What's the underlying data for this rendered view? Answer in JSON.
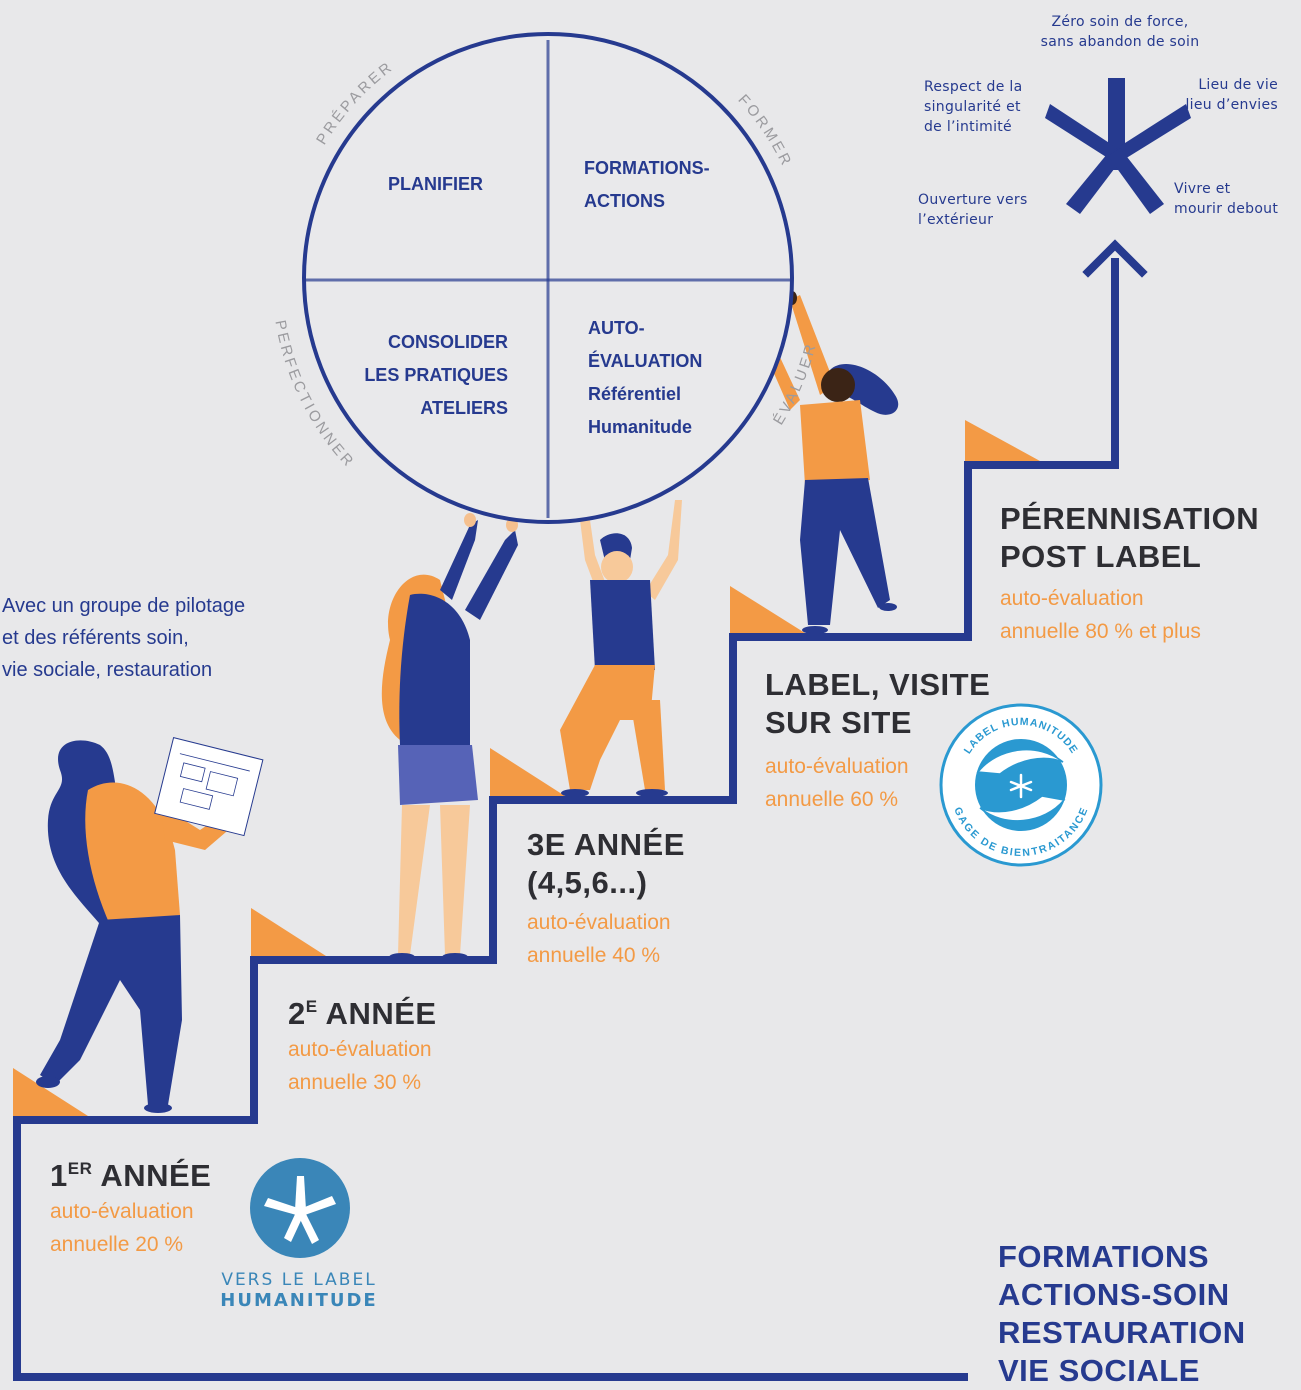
{
  "colors": {
    "navy": "#263a8f",
    "orange": "#f39a45",
    "text_dark": "#2e2e33",
    "grey_label": "#9b9b9f",
    "background": "#e8e8ea",
    "logo_blue": "#3a86b8",
    "seal_blue": "#2a99d1"
  },
  "cycle": {
    "arc_labels": {
      "prepare": "PRÉPARER",
      "form": "FORMER",
      "improve": "PERFECTIONNER",
      "evaluate": "ÉVALUER"
    },
    "quadrants": {
      "plan": "PLANIFIER",
      "training": [
        "FORMATIONS-",
        "ACTIONS"
      ],
      "consolidate": [
        "CONSOLIDER",
        "LES PRATIQUES",
        "ATELIERS"
      ],
      "self_eval": [
        "AUTO-",
        "ÉVALUATION",
        "Référentiel",
        "Humanitude"
      ]
    }
  },
  "values": {
    "top": [
      "Zéro soin de force,",
      "sans abandon de soin"
    ],
    "left_top": [
      "Respect de la",
      "singularité et",
      "de l’intimité"
    ],
    "right_top": [
      "Lieu de vie",
      "lieu d’envies"
    ],
    "left_bottom": [
      "Ouverture vers",
      "l’extérieur"
    ],
    "right_bottom": [
      "Vivre et",
      "mourir debout"
    ]
  },
  "intro": [
    "Avec un groupe de  pilotage",
    "et des référents soin,",
    "vie sociale, restauration"
  ],
  "steps": {
    "year1": {
      "num": "1",
      "sup": "ER",
      "word": " ANNÉE",
      "sub": [
        "auto-évaluation",
        "annuelle 20 %"
      ]
    },
    "year2": {
      "num": "2",
      "sup": "E",
      "word": " ANNÉE",
      "sub": [
        "auto-évaluation",
        "annuelle 30 %"
      ]
    },
    "year3": {
      "title": [
        "3E ANNÉE",
        "(4,5,6...)"
      ],
      "sub": [
        "auto-évaluation",
        "annuelle 40 %"
      ]
    },
    "label": {
      "title": [
        "LABEL, VISITE",
        "SUR SITE"
      ],
      "sub": [
        "auto-évaluation",
        "annuelle 60 %"
      ]
    },
    "post": {
      "title": [
        "PÉRENNISATION",
        "POST LABEL"
      ],
      "sub": [
        "auto-évaluation",
        "annuelle 80 % et plus"
      ]
    }
  },
  "logo_vers": {
    "line1": "VERS LE LABEL",
    "line2": "HUMANITUDE"
  },
  "seal": {
    "top": "LABEL HUMANITUDE",
    "bottom": "GAGE DE BIENTRAITANCE"
  },
  "bottom_block": [
    "FORMATIONS",
    "ACTIONS-SOIN",
    "RESTAURATION",
    "VIE SOCIALE"
  ]
}
